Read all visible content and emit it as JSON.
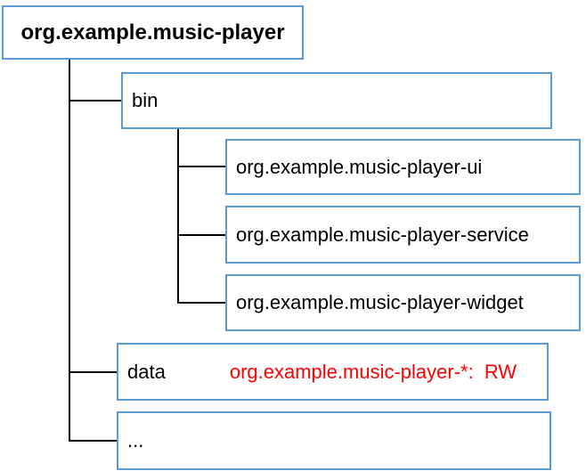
{
  "diagram": {
    "title_node": "org.example.music-player",
    "nodes": {
      "bin": "bin",
      "bin_children": {
        "ui": "org.example.music-player-ui",
        "service": "org.example.music-player-service",
        "widget": "org.example.music-player-widget"
      },
      "data": "data",
      "data_annotation": "org.example.music-player-*:  RW",
      "more": "..."
    }
  },
  "colors": {
    "box_border": "#5B9BD5",
    "line": "#000000",
    "highlight": "#FF0000"
  }
}
